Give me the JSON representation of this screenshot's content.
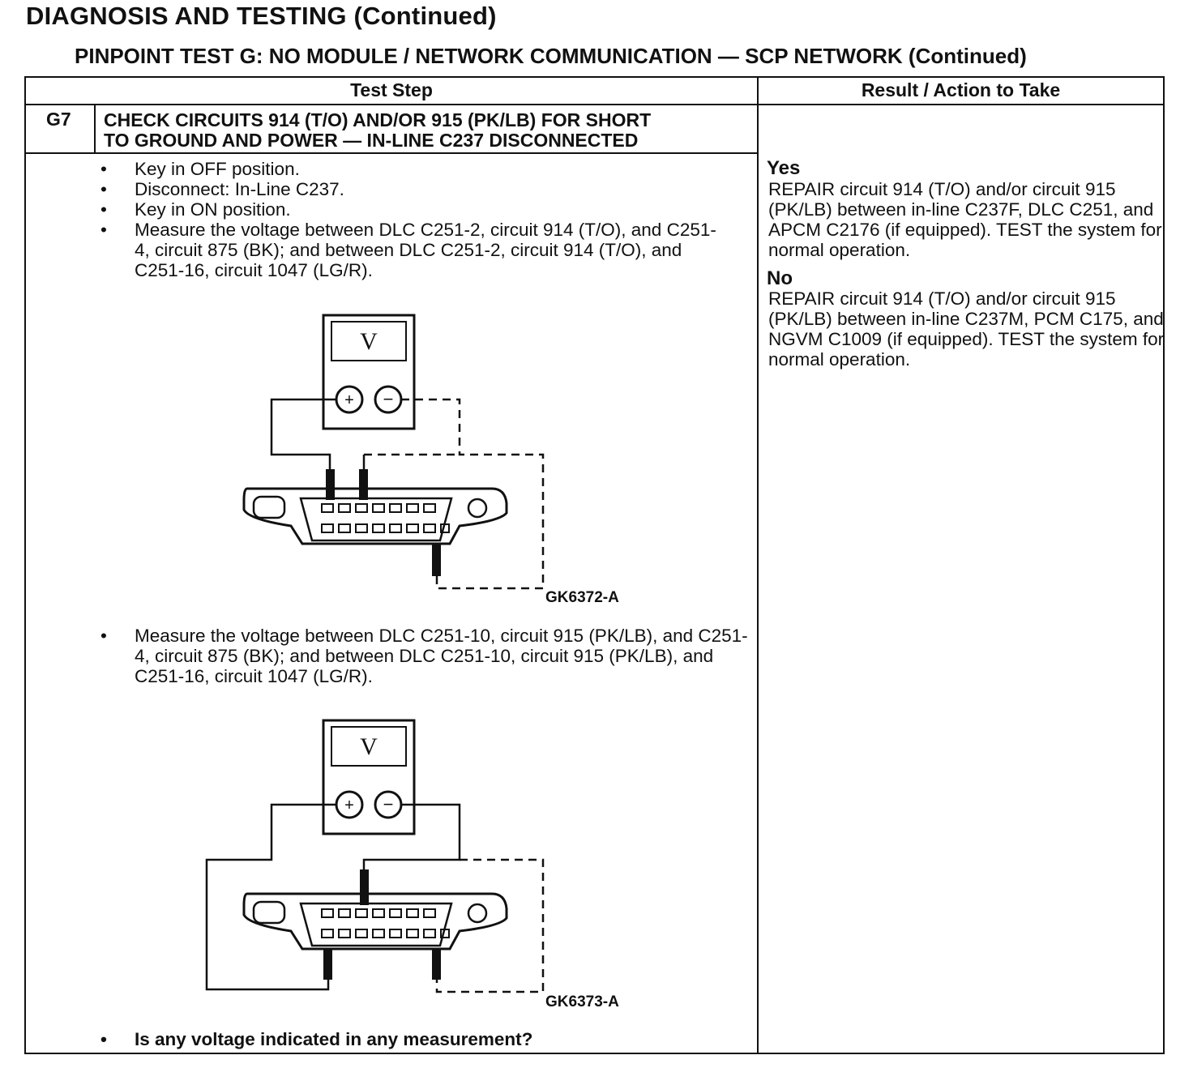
{
  "page": {
    "title": "DIAGNOSIS AND TESTING (Continued)",
    "subtitle": "PINPOINT TEST G: NO MODULE / NETWORK COMMUNICATION — SCP NETWORK (Continued)"
  },
  "table": {
    "col_test_step": "Test Step",
    "col_result": "Result / Action to Take",
    "step_id": "G7",
    "step_title_line1": "CHECK CIRCUITS 914 (T/O) AND/OR 915 (PK/LB) FOR SHORT",
    "step_title_line2": "TO GROUND AND POWER — IN-LINE C237 DISCONNECTED",
    "bullets_group1": [
      "Key in OFF position.",
      "Disconnect: In-Line C237.",
      "Key in ON position.",
      "Measure the voltage between DLC C251-2, circuit 914 (T/O), and C251-4, circuit 875 (BK); and between DLC C251-2, circuit 914 (T/O), and C251-16, circuit 1047 (LG/R)."
    ],
    "figure1": {
      "meter_label": "V",
      "plus": "+",
      "minus": "−",
      "caption": "GK6372-A"
    },
    "bullets_group2": [
      "Measure the voltage between DLC C251-10, circuit 915 (PK/LB), and C251-4, circuit 875 (BK); and between DLC C251-10, circuit 915 (PK/LB), and C251-16, circuit 1047 (LG/R)."
    ],
    "figure2": {
      "meter_label": "V",
      "plus": "+",
      "minus": "−",
      "caption": "GK6373-A"
    },
    "question": "Is any voltage indicated in any measurement?",
    "result_yes_head": "Yes",
    "result_yes_text": "REPAIR circuit 914 (T/O) and/or circuit 915 (PK/LB) between in-line C237F, DLC C251, and APCM C2176 (if equipped). TEST the system for normal operation.",
    "result_no_head": "No",
    "result_no_text": "REPAIR circuit 914 (T/O) and/or circuit 915 (PK/LB) between in-line C237M, PCM C175, and NGVM C1009 (if equipped). TEST the system for normal operation."
  }
}
